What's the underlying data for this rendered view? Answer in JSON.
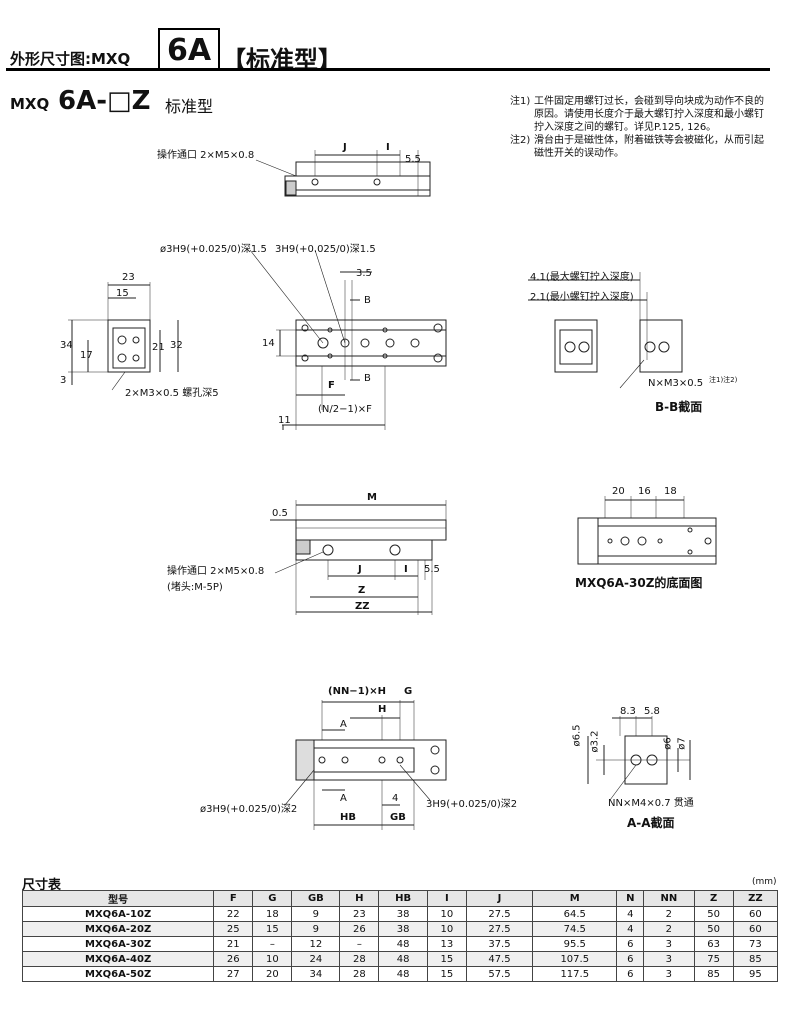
{
  "header": {
    "prefix": "外形尺寸图:MXQ",
    "box": "6A",
    "suffix": "【标准型】"
  },
  "subtitle": {
    "mxq": "MXQ",
    "model": "6A-□Z",
    "type": "标准型"
  },
  "notes": [
    {
      "num": "注1)",
      "text": "工件固定用螺钉过长，会碰到导向块成为动作不良的原因。请使用长度介于最大螺钉拧入深度和最小螺钉拧入深度之间的螺钉。详见P.125, 126。"
    },
    {
      "num": "注2)",
      "text": "滑台由于是磁性体，附着磁铁等会被磁化，从而引起磁性开关的误动作。"
    }
  ],
  "drawing": {
    "top_port": "操作通口 2×M5×0.8",
    "top_j": "J",
    "top_i": "I",
    "top_55": "5.5",
    "hole_label1": "ø3H9(+0.025/0)深1.5",
    "hole_label2": "3H9(+0.025/0)深1.5",
    "dim_35": "3.5",
    "b_upper": "B",
    "b_lower": "B",
    "dim_14": "14",
    "f_label": "F",
    "dim_11": "11",
    "nf_formula": "(N/2−1)×F",
    "left_23": "23",
    "left_15": "15",
    "left_34": "34",
    "left_17": "17",
    "left_21": "21",
    "left_32": "32",
    "left_3": "3",
    "left_tap": "2×M3×0.5 螺孔深5",
    "bb_max": "4.1(最大螺钉拧入深度)",
    "bb_min": "2.1(最小螺钉拧入深度)",
    "bb_nm": "N×M3×0.5",
    "bb_note": "注1)注2)",
    "bb_title": "B-B截面",
    "mid_m": "M",
    "mid_05": "0.5",
    "mid_port": "操作通口 2×M5×0.8",
    "mid_plug": "(堵头:M-5P)",
    "mid_j": "J",
    "mid_i": "I",
    "mid_55": "5.5",
    "mid_z": "Z",
    "mid_zz": "ZZ",
    "bottom_20": "20",
    "bottom_16": "16",
    "bottom_18": "18",
    "bottom_title": "MXQ6A-30Z的底面图",
    "low_nnh": "(NN−1)×H",
    "low_g": "G",
    "low_h": "H",
    "low_a1": "A",
    "low_a2": "A",
    "low_4": "4",
    "low_hole1": "ø3H9(+0.025/0)深2",
    "low_hole2": "3H9(+0.025/0)深2",
    "low_hb": "HB",
    "low_gb": "GB",
    "aa_83": "8.3",
    "aa_58": "5.8",
    "aa_65": "ø6.5",
    "aa_32": "ø3.2",
    "aa_6": "ø6",
    "aa_7": "ø7",
    "aa_nn": "NN×M4×0.7 贯通",
    "aa_title": "A-A截面"
  },
  "table": {
    "title": "尺寸表",
    "unit": "(mm)",
    "headers": [
      "型号",
      "F",
      "G",
      "GB",
      "H",
      "HB",
      "I",
      "J",
      "M",
      "N",
      "NN",
      "Z",
      "ZZ"
    ],
    "rows": [
      [
        "MXQ6A-10Z",
        "22",
        "18",
        "9",
        "23",
        "38",
        "10",
        "27.5",
        "64.5",
        "4",
        "2",
        "50",
        "60"
      ],
      [
        "MXQ6A-20Z",
        "25",
        "15",
        "9",
        "26",
        "38",
        "10",
        "27.5",
        "74.5",
        "4",
        "2",
        "50",
        "60"
      ],
      [
        "MXQ6A-30Z",
        "21",
        "–",
        "12",
        "–",
        "48",
        "13",
        "37.5",
        "95.5",
        "6",
        "3",
        "63",
        "73"
      ],
      [
        "MXQ6A-40Z",
        "26",
        "10",
        "24",
        "28",
        "48",
        "15",
        "47.5",
        "107.5",
        "6",
        "3",
        "75",
        "85"
      ],
      [
        "MXQ6A-50Z",
        "27",
        "20",
        "34",
        "28",
        "48",
        "15",
        "57.5",
        "117.5",
        "6",
        "3",
        "85",
        "95"
      ]
    ]
  }
}
